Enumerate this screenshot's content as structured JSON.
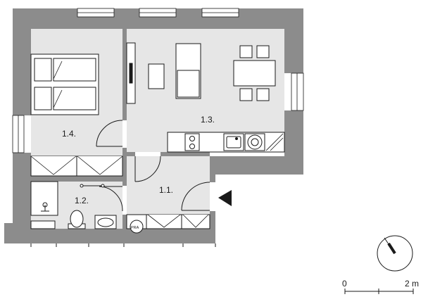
{
  "rooms": [
    {
      "id": "bedroom",
      "label": "1.4."
    },
    {
      "id": "living",
      "label": "1.3."
    },
    {
      "id": "bathroom",
      "label": "1.2."
    },
    {
      "id": "hall",
      "label": "1.1."
    }
  ],
  "appliance_labels": {
    "washer": "PRA"
  },
  "scale_bar": {
    "start_label": "0",
    "end_label": "2 m"
  },
  "colors": {
    "wall": "#8c8c8c",
    "floor": "#e6e6e6",
    "line": "#1a1a1a",
    "background": "#ffffff"
  }
}
